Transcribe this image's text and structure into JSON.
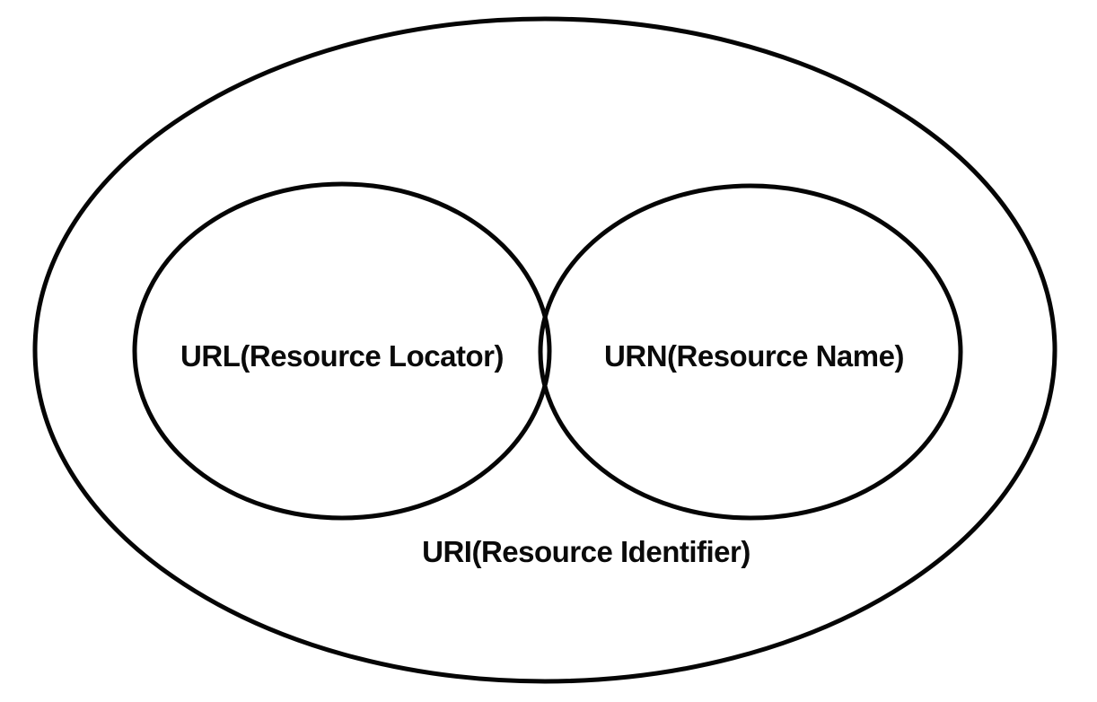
{
  "diagram": {
    "type": "venn-containment",
    "background_color": "#ffffff",
    "stroke_color": "#050505",
    "outer_set": {
      "label": "URI(Resource Identifier)"
    },
    "inner_sets": [
      {
        "label": "URL(Resource Locator)"
      },
      {
        "label": "URN(Resource Name)"
      }
    ]
  }
}
